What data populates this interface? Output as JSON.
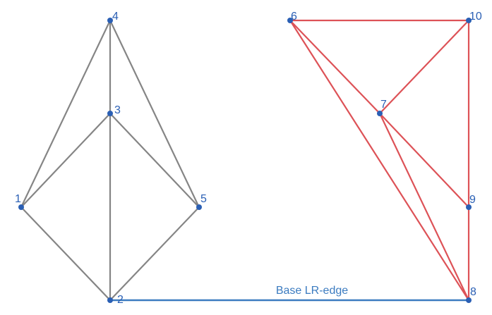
{
  "diagram": {
    "colors": {
      "left_edge": "#858585",
      "right_edge": "#dd5257",
      "base_edge": "#3b7bc0",
      "node": "#2a5fb4",
      "label": "#2a5fb4"
    },
    "nodes": [
      {
        "id": "1",
        "label": "1",
        "group": "left"
      },
      {
        "id": "2",
        "label": "2",
        "group": "left"
      },
      {
        "id": "3",
        "label": "3",
        "group": "left"
      },
      {
        "id": "4",
        "label": "4",
        "group": "left"
      },
      {
        "id": "5",
        "label": "5",
        "group": "left"
      },
      {
        "id": "6",
        "label": "6",
        "group": "right"
      },
      {
        "id": "7",
        "label": "7",
        "group": "right"
      },
      {
        "id": "8",
        "label": "8",
        "group": "right"
      },
      {
        "id": "9",
        "label": "9",
        "group": "right"
      },
      {
        "id": "10",
        "label": "10",
        "group": "right"
      }
    ],
    "edges": [
      {
        "from": "4",
        "to": "1",
        "group": "left"
      },
      {
        "from": "4",
        "to": "3",
        "group": "left"
      },
      {
        "from": "4",
        "to": "5",
        "group": "left"
      },
      {
        "from": "3",
        "to": "1",
        "group": "left"
      },
      {
        "from": "3",
        "to": "5",
        "group": "left"
      },
      {
        "from": "3",
        "to": "2",
        "group": "left"
      },
      {
        "from": "1",
        "to": "2",
        "group": "left"
      },
      {
        "from": "5",
        "to": "2",
        "group": "left"
      },
      {
        "from": "6",
        "to": "10",
        "group": "right"
      },
      {
        "from": "6",
        "to": "7",
        "group": "right"
      },
      {
        "from": "6",
        "to": "8",
        "group": "right"
      },
      {
        "from": "10",
        "to": "7",
        "group": "right"
      },
      {
        "from": "10",
        "to": "9",
        "group": "right"
      },
      {
        "from": "7",
        "to": "9",
        "group": "right"
      },
      {
        "from": "7",
        "to": "8",
        "group": "right"
      },
      {
        "from": "9",
        "to": "8",
        "group": "right"
      },
      {
        "from": "2",
        "to": "8",
        "group": "base",
        "label": "Base LR-edge"
      }
    ]
  }
}
